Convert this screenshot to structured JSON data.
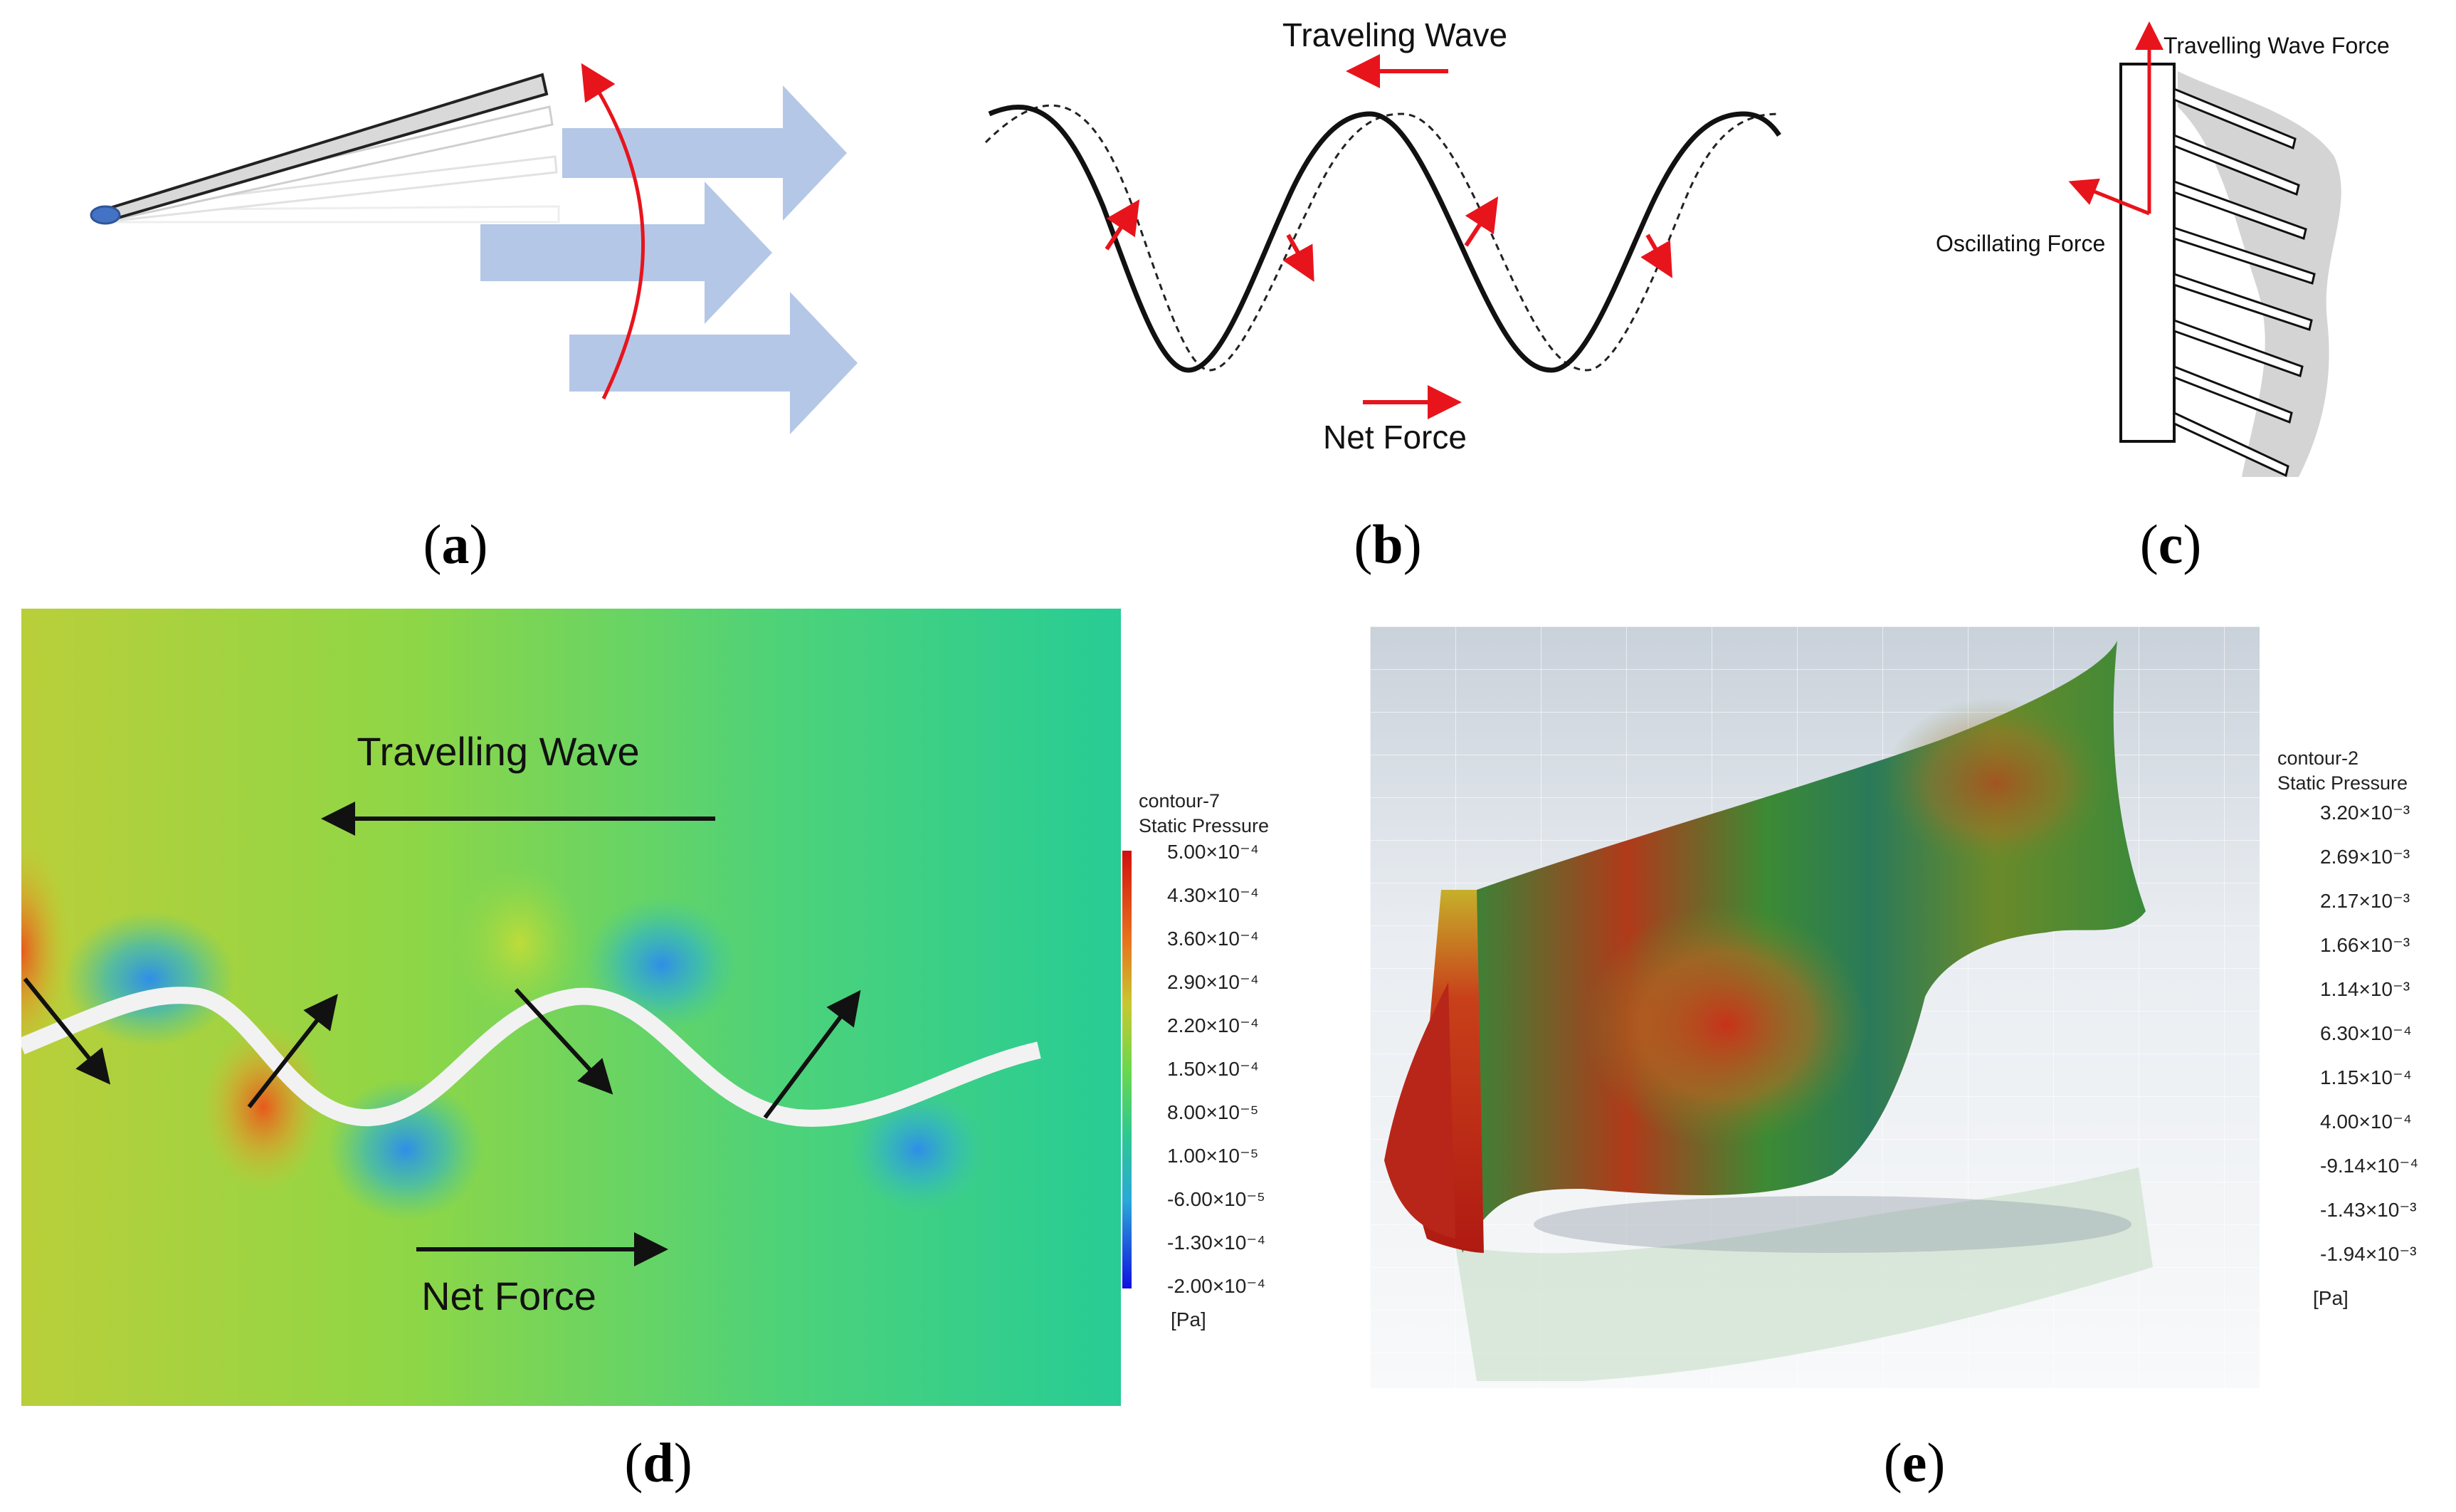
{
  "panels": {
    "a": {
      "caption_letter": "a"
    },
    "b": {
      "caption_letter": "b",
      "top_label": "Traveling Wave",
      "bottom_label": "Net Force"
    },
    "c": {
      "caption_letter": "c",
      "top_label": "Travelling Wave Force",
      "side_label": "Oscillating Force"
    },
    "d": {
      "caption_letter": "d",
      "top_label": "Travelling Wave",
      "bottom_label": "Net Force",
      "legend": {
        "name": "contour-7",
        "quantity": "Static Pressure",
        "unit": "[Pa]",
        "ticks": [
          "5.00×10⁻⁴",
          "4.30×10⁻⁴",
          "3.60×10⁻⁴",
          "2.90×10⁻⁴",
          "2.20×10⁻⁴",
          "1.50×10⁻⁴",
          "8.00×10⁻⁵",
          "1.00×10⁻⁵",
          "-6.00×10⁻⁵",
          "-1.30×10⁻⁴",
          "-2.00×10⁻⁴"
        ]
      }
    },
    "e": {
      "caption_letter": "e",
      "legend": {
        "name": "contour-2",
        "quantity": "Static Pressure",
        "unit": "[Pa]",
        "ticks": [
          "3.20×10⁻³",
          "2.69×10⁻³",
          "2.17×10⁻³",
          "1.66×10⁻³",
          "1.14×10⁻³",
          "6.30×10⁻⁴",
          "1.15×10⁻⁴",
          "4.00×10⁻⁴",
          "-9.14×10⁻⁴",
          "-1.43×10⁻³",
          "-1.94×10⁻³"
        ]
      }
    }
  },
  "colors": {
    "arrow_red": "#e8141c",
    "flow_blue": "#b4c7e7",
    "contour_bg": "#35cf8c"
  }
}
